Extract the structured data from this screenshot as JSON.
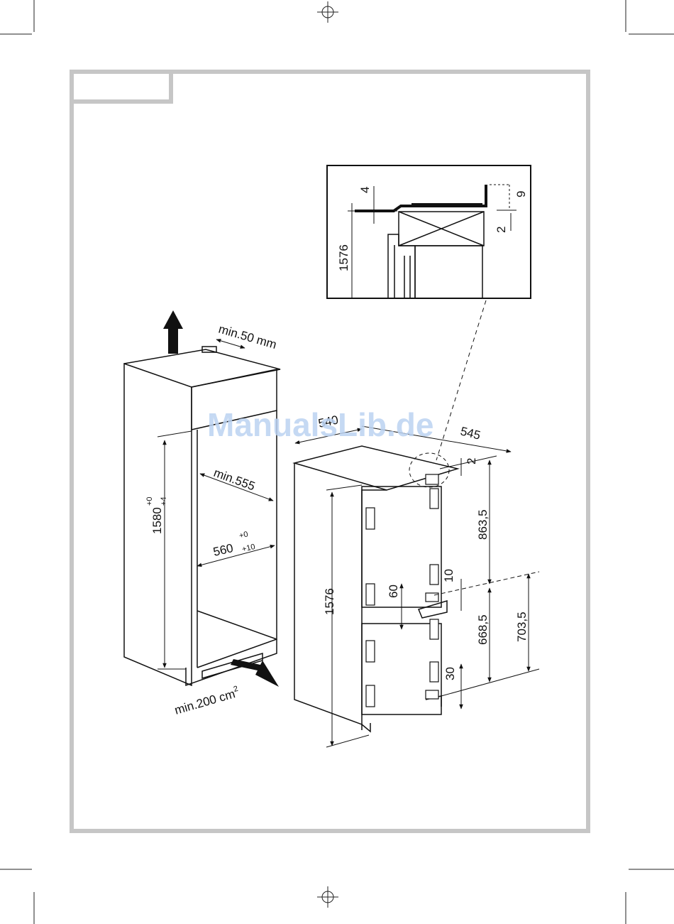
{
  "watermark": "ManualsLib.de",
  "detail_inset": {
    "labels": {
      "d4": "4",
      "d9": "9",
      "d2": "2",
      "d1576": "1576"
    }
  },
  "niche": {
    "labels": {
      "min50": "min.50 mm",
      "h1580": "1580",
      "h1580_tol_top": "+0",
      "h1580_tol_bot": "+4",
      "min555": "min.555",
      "w560": "560",
      "w560_tol_top": "+0",
      "w560_tol_bot": "+10",
      "vent": "min.200 cm",
      "vent_sup": "2"
    }
  },
  "appliance": {
    "labels": {
      "w540": "540",
      "d545": "545",
      "d2": "2",
      "h1576": "1576",
      "h863": "863,5",
      "d10": "10",
      "d60": "60",
      "h668": "668,5",
      "h703": "703,5",
      "d30": "30"
    }
  }
}
